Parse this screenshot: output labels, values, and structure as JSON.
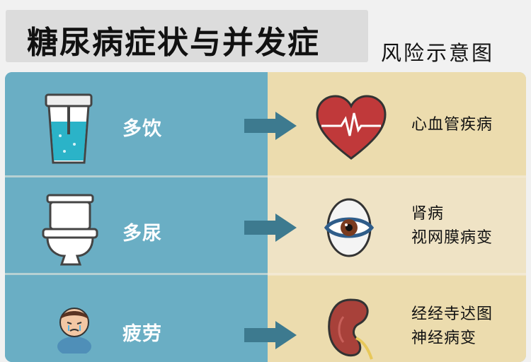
{
  "title": "糖尿病症状与并发症",
  "subtitle": "风险示意图",
  "rows": [
    {
      "symptom": "多饮",
      "symptom_icon": "water-cup-icon",
      "complication_icon": "heart-icon",
      "complications": [
        "心血管疾病"
      ]
    },
    {
      "symptom": "多尿",
      "symptom_icon": "toilet-icon",
      "complication_icon": "eye-icon",
      "complications": [
        "肾病",
        "视网膜病变"
      ]
    },
    {
      "symptom": "疲劳",
      "symptom_icon": "tired-person-icon",
      "complication_icon": "kidney-icon",
      "complications": [
        "经经寺迖图",
        "神经病变"
      ]
    }
  ],
  "colors": {
    "left_panel": "#6aaec4",
    "right_panel": "#efe3c3",
    "arrow": "#3d7a8f",
    "heart": "#c0393a"
  }
}
